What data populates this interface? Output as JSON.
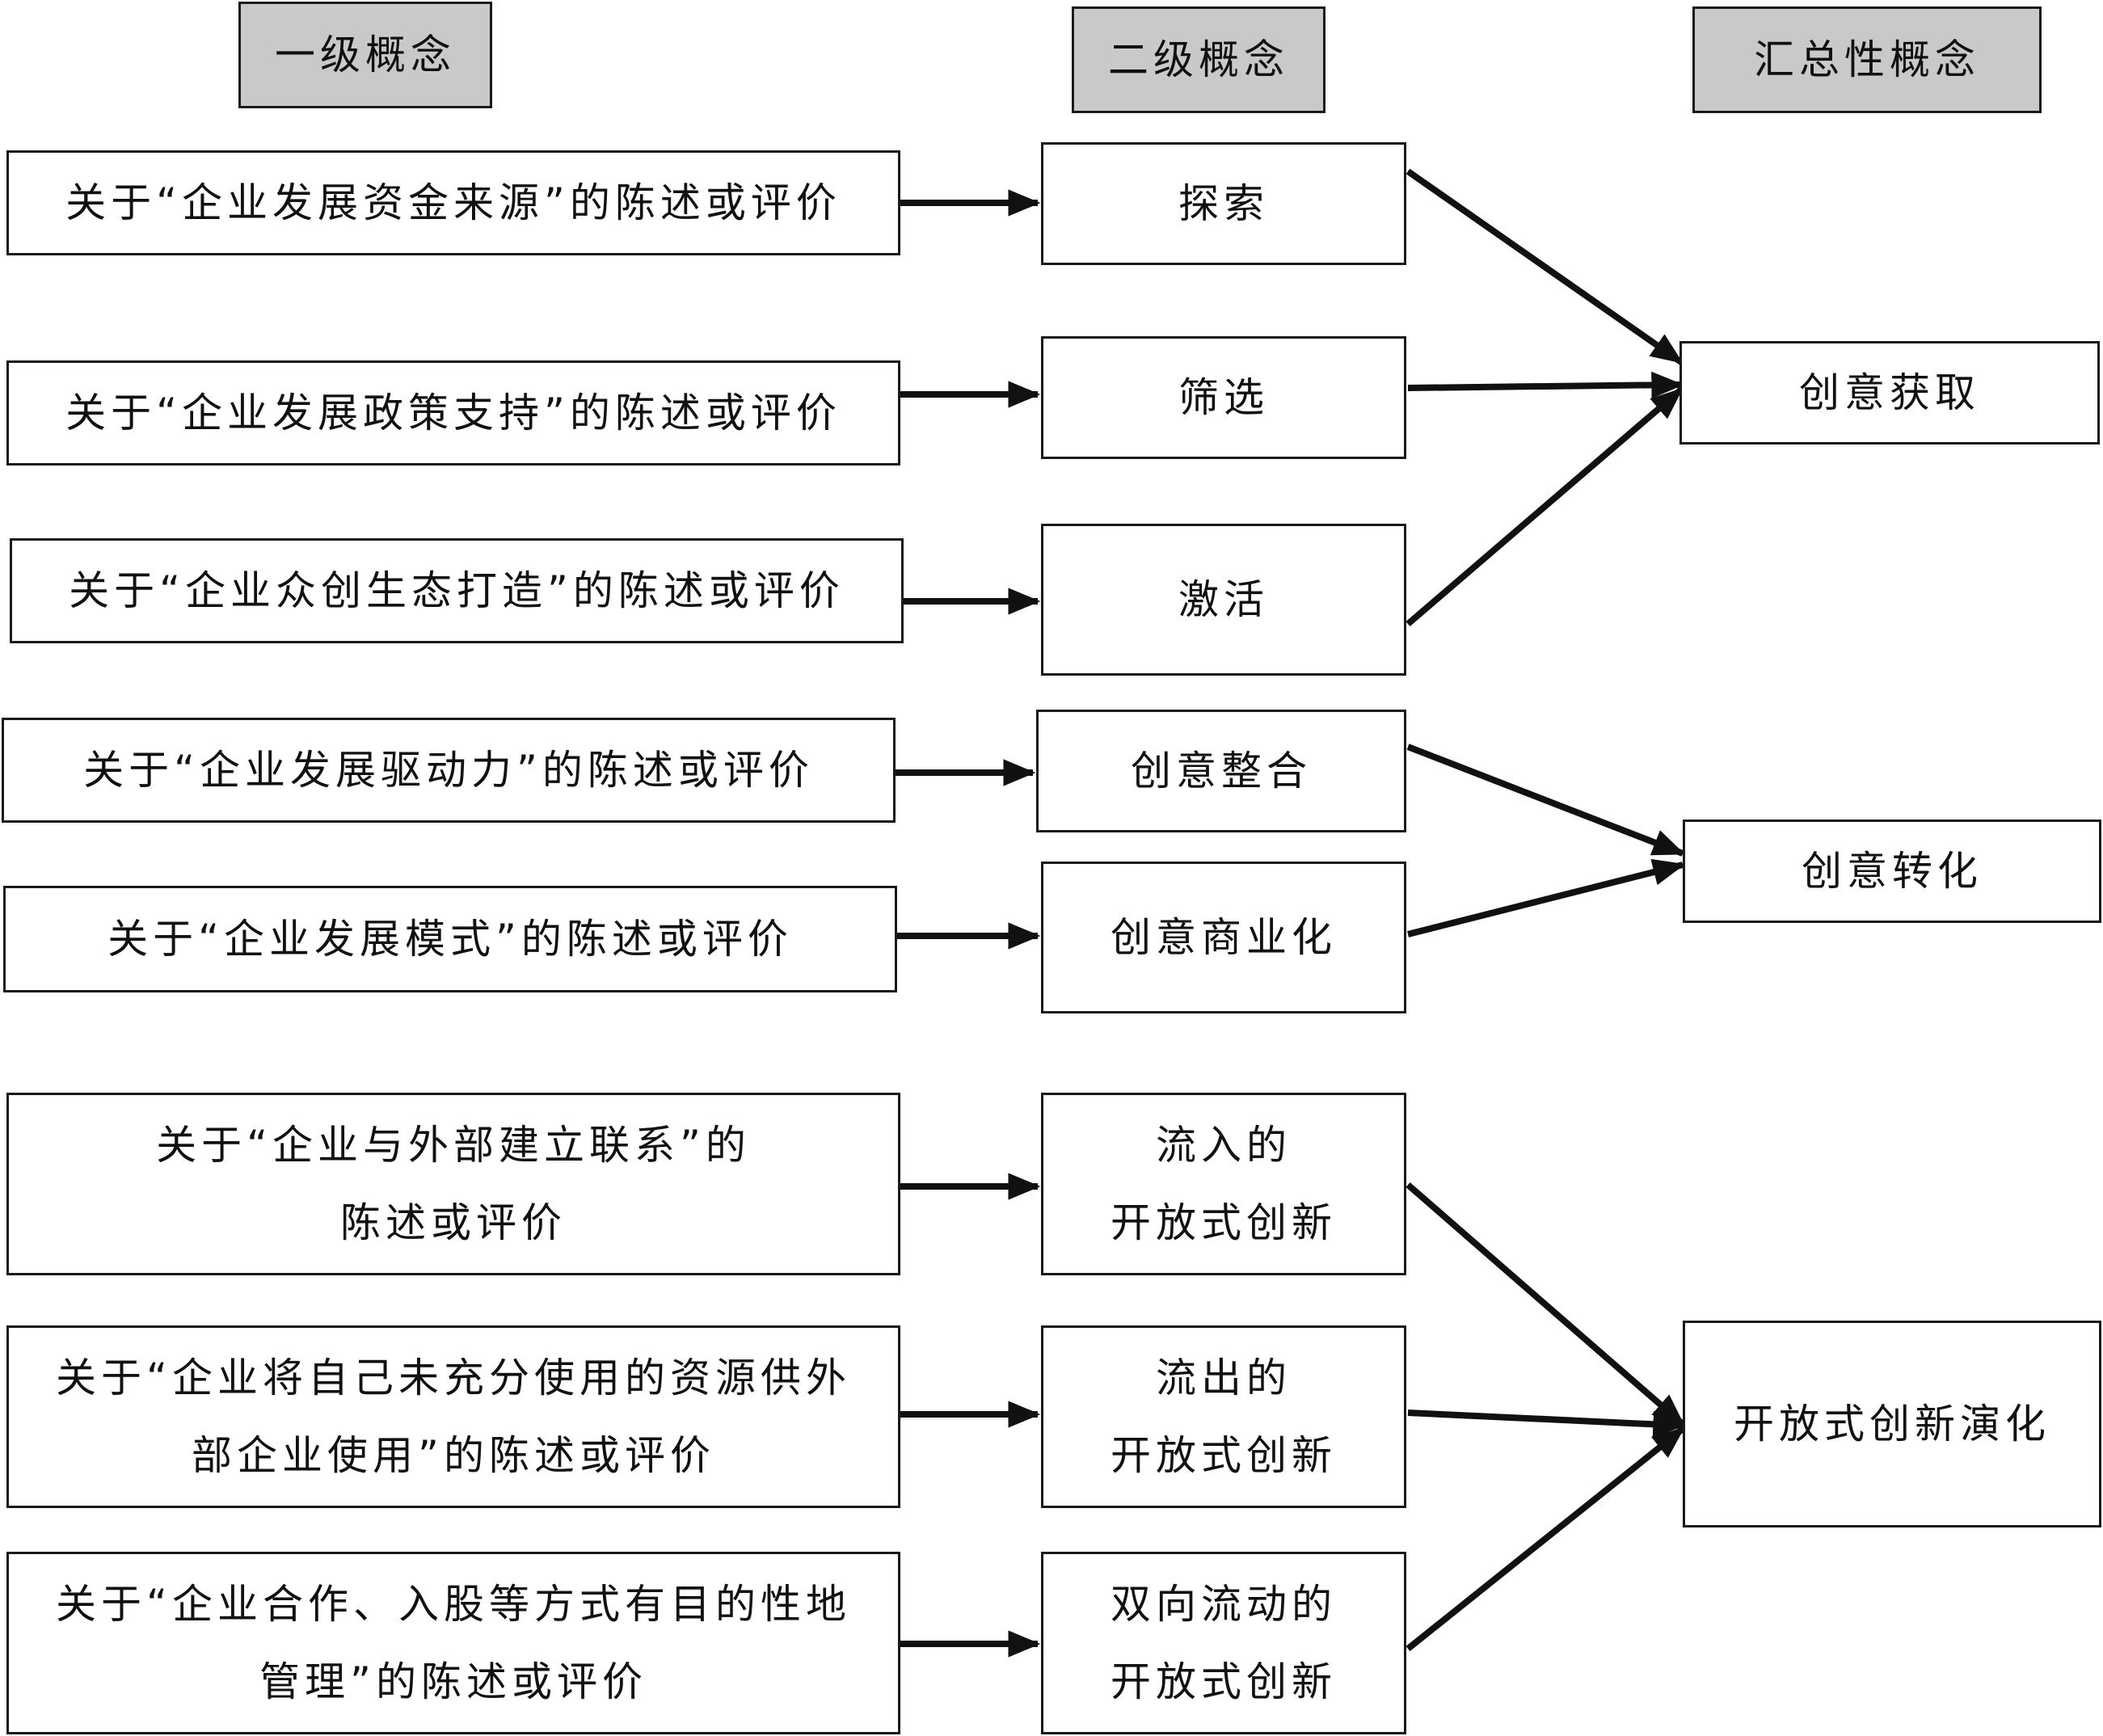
{
  "headers": {
    "level1": "一级概念",
    "level2": "二级概念",
    "summary": "汇总性概念"
  },
  "level1": [
    "关于“企业发展资金来源”的陈述或评价",
    "关于“企业发展政策支持”的陈述或评价",
    "关于“企业众创生态打造”的陈述或评价",
    "关于“企业发展驱动力”的陈述或评价",
    "关于“企业发展模式”的陈述或评价",
    [
      "关于“企业与外部建立联系”的",
      "陈述或评价"
    ],
    [
      "关于“企业将自己未充分使用的资源供外",
      "部企业使用”的陈述或评价"
    ],
    [
      "关于“企业合作、入股等方式有目的性地",
      "管理”的陈述或评价"
    ]
  ],
  "level2": [
    "探索",
    "筛选",
    "激活",
    "创意整合",
    "创意商业化",
    [
      "流入的",
      "开放式创新"
    ],
    [
      "流出的",
      "开放式创新"
    ],
    [
      "双向流动的",
      "开放式创新"
    ]
  ],
  "summary": [
    "创意获取",
    "创意转化",
    "开放式创新演化"
  ],
  "colors": {
    "header_fill": "#c9c9c9",
    "border": "#1a1a1a",
    "arrow": "#111111"
  }
}
